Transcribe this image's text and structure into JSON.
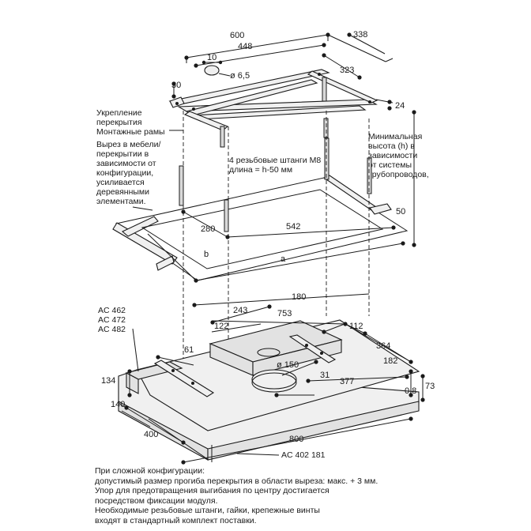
{
  "dims": {
    "d600": "600",
    "d448": "448",
    "d338": "338",
    "d323": "323",
    "d10": "10",
    "d6_5": "ø 6,5",
    "d30": "30",
    "d24": "24",
    "d50": "50",
    "d280": "280",
    "d542": "542",
    "db": "b",
    "da": "a",
    "d180": "180",
    "d243": "243",
    "d753": "753",
    "d122": "122",
    "d112": "112",
    "d364": "364",
    "d182": "182",
    "d61": "61",
    "d150": "ø 150",
    "d31": "31",
    "d377": "377",
    "d134": "134",
    "d0_8": "0,8",
    "d73": "73",
    "d140": "140",
    "d400": "400",
    "d800": "800"
  },
  "labels": {
    "ceiling": [
      "Укрепление",
      "перекрытия",
      "Монтажные рамы"
    ],
    "cutout": [
      "Вырез в мебели/",
      "перекрытии в",
      "зависимости от",
      "конфигурации,",
      "усиливается",
      "деревянными",
      "элементами."
    ],
    "rods": [
      "4 резьбовые штанги M8",
      "длина = h-50 мм"
    ],
    "minheight": [
      "Минимальная",
      "высота (h) в",
      "зависимости",
      "от системы",
      "трубопроводов,"
    ],
    "models": [
      "AC 462",
      "AC 472",
      "AC 482"
    ],
    "bottom_model": "AC 402 181"
  },
  "notes": [
    "При сложной конфигурации:",
    "допустимый размер прогиба перекрытия в области выреза: макс. + 3 мм.",
    "Упор для предотвращения выгибания по центру достигается",
    "посредством фиксации модуля.",
    "Необходимые резьбовые штанги, гайки, крепежные винты",
    "входят в стандартный комплект поставки."
  ]
}
